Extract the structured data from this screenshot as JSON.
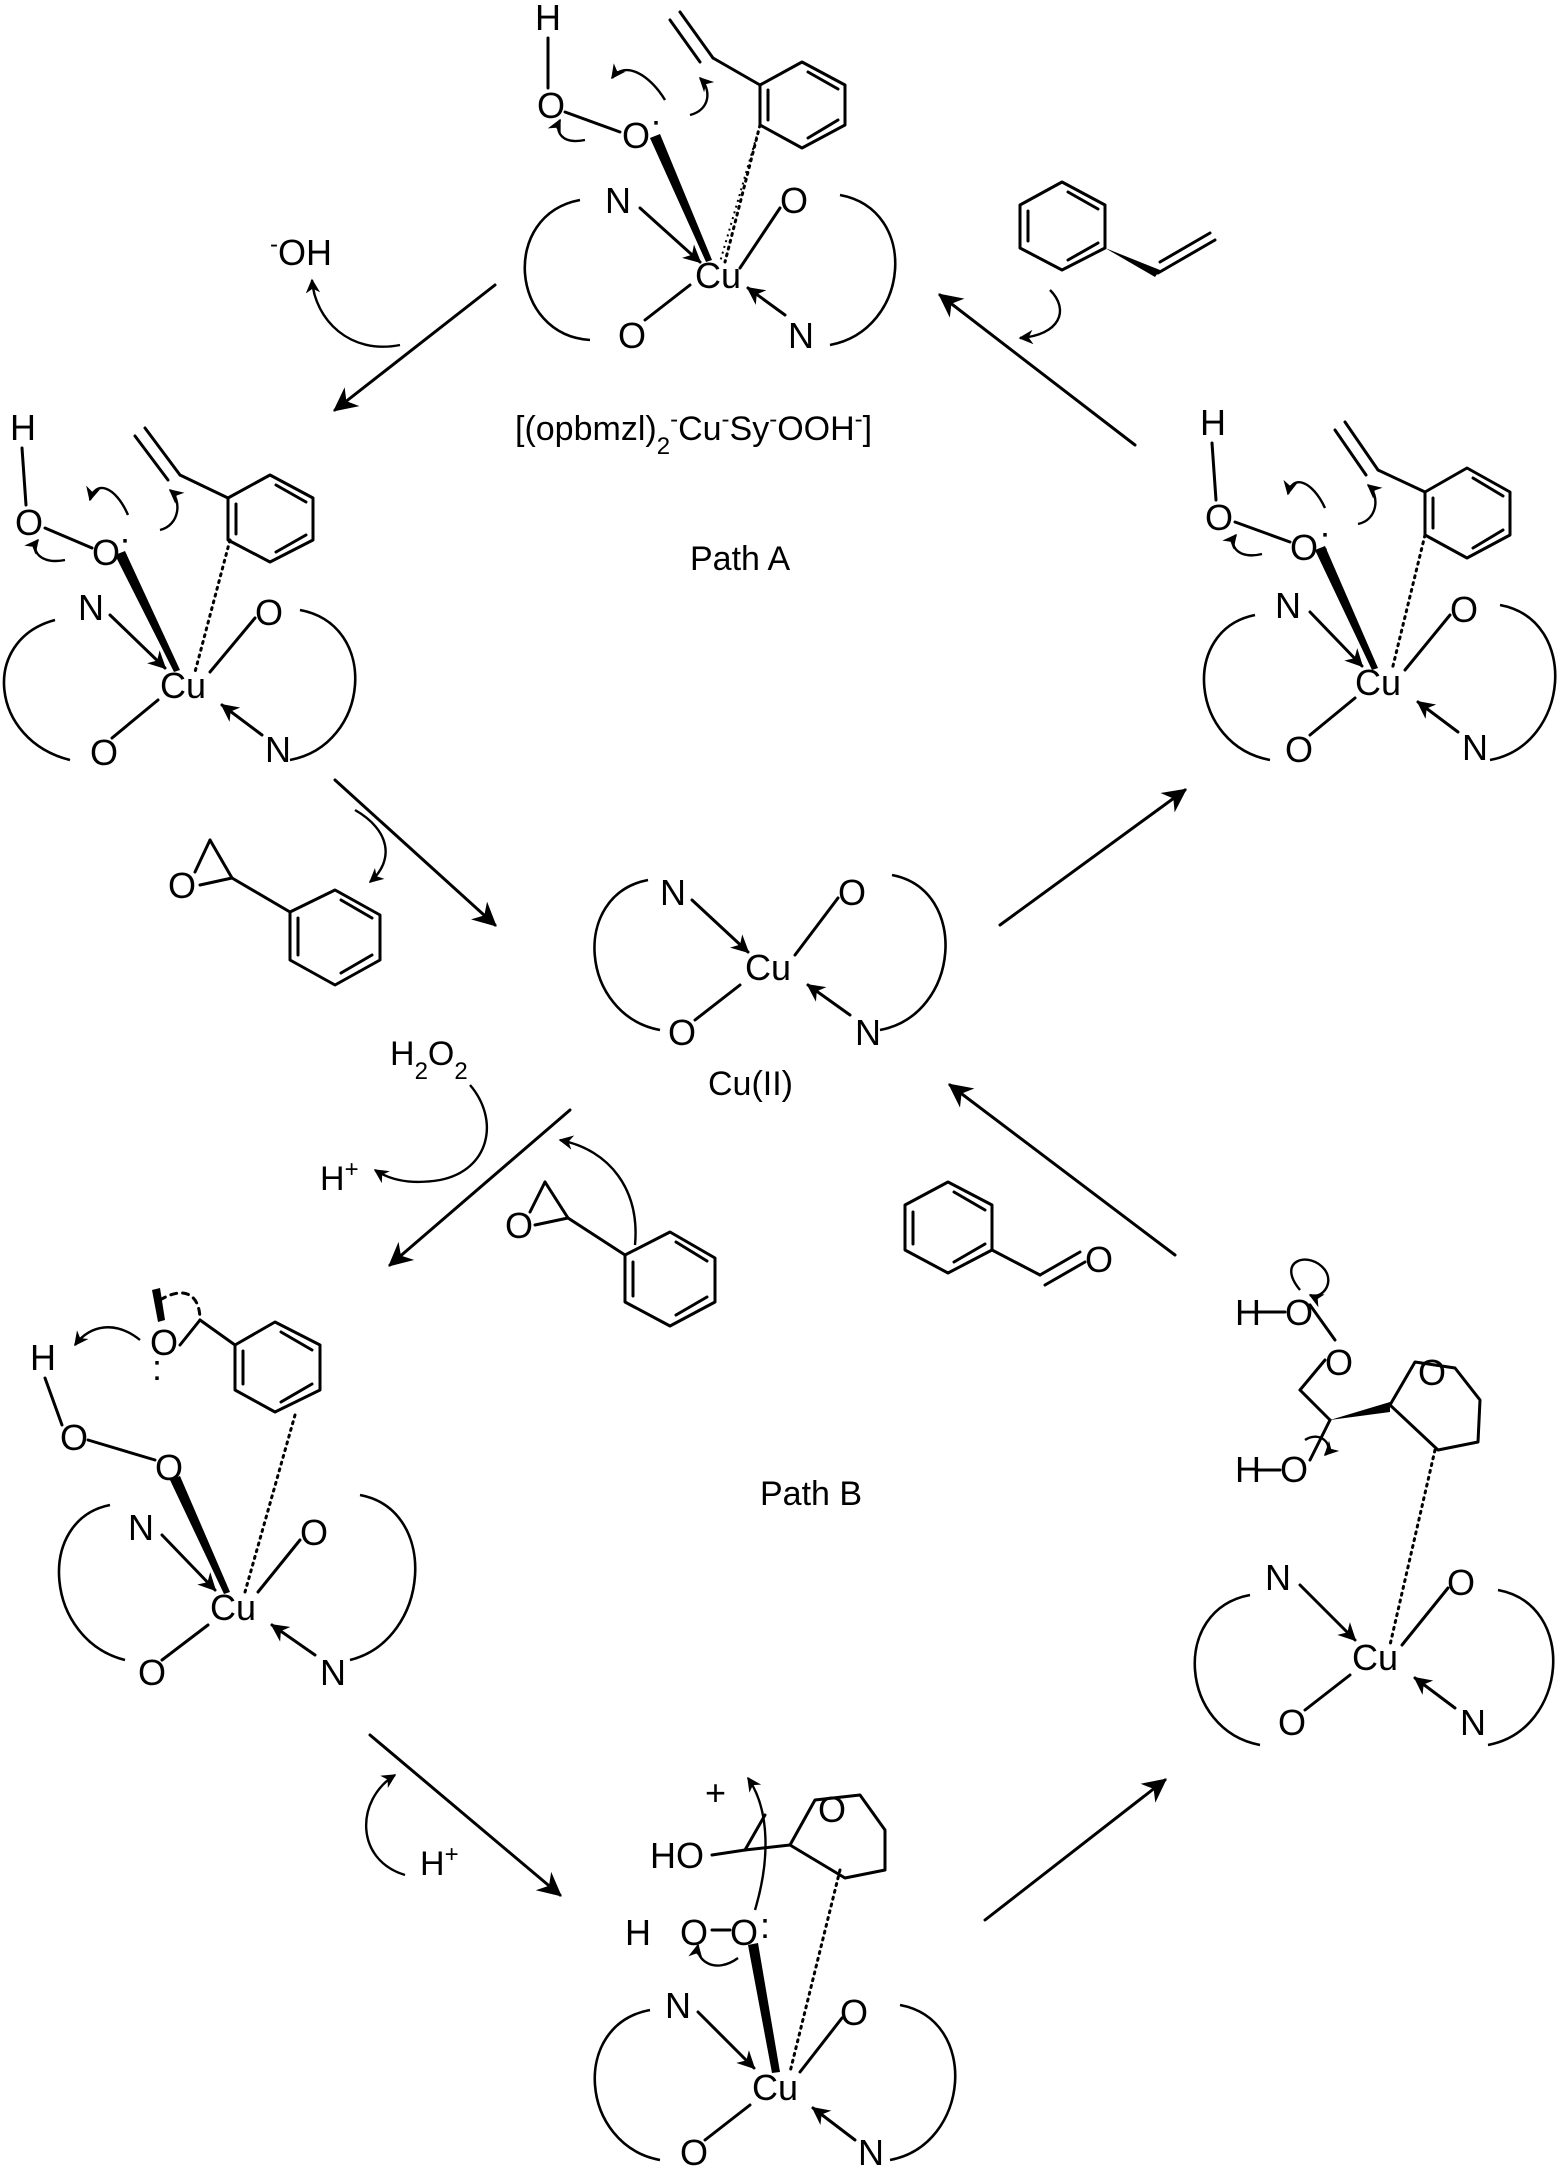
{
  "labels": {
    "top_complex": "[(opbmzl)2-Cu-Sy-OOH-]",
    "path_a": "Path A",
    "path_b": "Path B",
    "center": "Cu(II)"
  },
  "reagents": {
    "hydroxide": "-OH",
    "h2o2": "H2O2",
    "proton": "H+"
  },
  "atoms": {
    "cu": "Cu",
    "n": "N",
    "o": "O",
    "h": "H",
    "ho": "HO",
    "plus": "+",
    "lone_pair": ":"
  },
  "colors": {
    "ink": "#000000",
    "background": "#ffffff"
  }
}
